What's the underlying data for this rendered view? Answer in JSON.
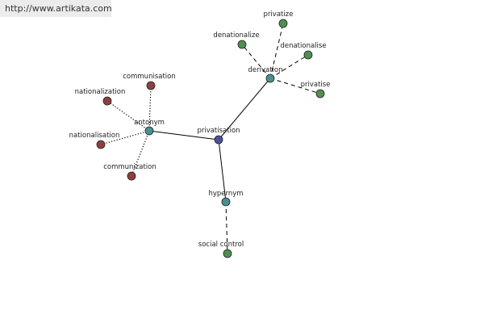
{
  "banner": {
    "url": "http://www.artikata.com"
  },
  "colors": {
    "center": "#4f4f9a",
    "relation": "#4a9090",
    "green": "#4f8f4f",
    "red": "#8f3f3f"
  },
  "graph": {
    "nodes": [
      {
        "id": "privatisation",
        "label": "privatisation",
        "kind": "center"
      },
      {
        "id": "antonym",
        "label": "antonym",
        "kind": "relation"
      },
      {
        "id": "derivation",
        "label": "derivation",
        "kind": "relation"
      },
      {
        "id": "hypernym",
        "label": "hypernym",
        "kind": "relation"
      },
      {
        "id": "privatize",
        "label": "privatize",
        "kind": "green"
      },
      {
        "id": "denationalize",
        "label": "denationalize",
        "kind": "green"
      },
      {
        "id": "denationalise",
        "label": "denationalise",
        "kind": "green"
      },
      {
        "id": "privatise",
        "label": "privatise",
        "kind": "green"
      },
      {
        "id": "social-control",
        "label": "social control",
        "kind": "green"
      },
      {
        "id": "communisation",
        "label": "communisation",
        "kind": "red"
      },
      {
        "id": "nationalization",
        "label": "nationalization",
        "kind": "red"
      },
      {
        "id": "nationalisation",
        "label": "nationalisation",
        "kind": "red"
      },
      {
        "id": "communization",
        "label": "communization",
        "kind": "red"
      }
    ],
    "edges": [
      {
        "from": "privatisation",
        "to": "antonym",
        "style": "solid"
      },
      {
        "from": "privatisation",
        "to": "derivation",
        "style": "solid"
      },
      {
        "from": "privatisation",
        "to": "hypernym",
        "style": "solid"
      },
      {
        "from": "derivation",
        "to": "privatize",
        "style": "dashed"
      },
      {
        "from": "derivation",
        "to": "denationalize",
        "style": "dashed"
      },
      {
        "from": "derivation",
        "to": "denationalise",
        "style": "dashed"
      },
      {
        "from": "derivation",
        "to": "privatise",
        "style": "dashed"
      },
      {
        "from": "hypernym",
        "to": "social-control",
        "style": "dashed"
      },
      {
        "from": "antonym",
        "to": "communisation",
        "style": "dotted"
      },
      {
        "from": "antonym",
        "to": "nationalization",
        "style": "dotted"
      },
      {
        "from": "antonym",
        "to": "nationalisation",
        "style": "dotted"
      },
      {
        "from": "antonym",
        "to": "communization",
        "style": "dotted"
      }
    ]
  }
}
